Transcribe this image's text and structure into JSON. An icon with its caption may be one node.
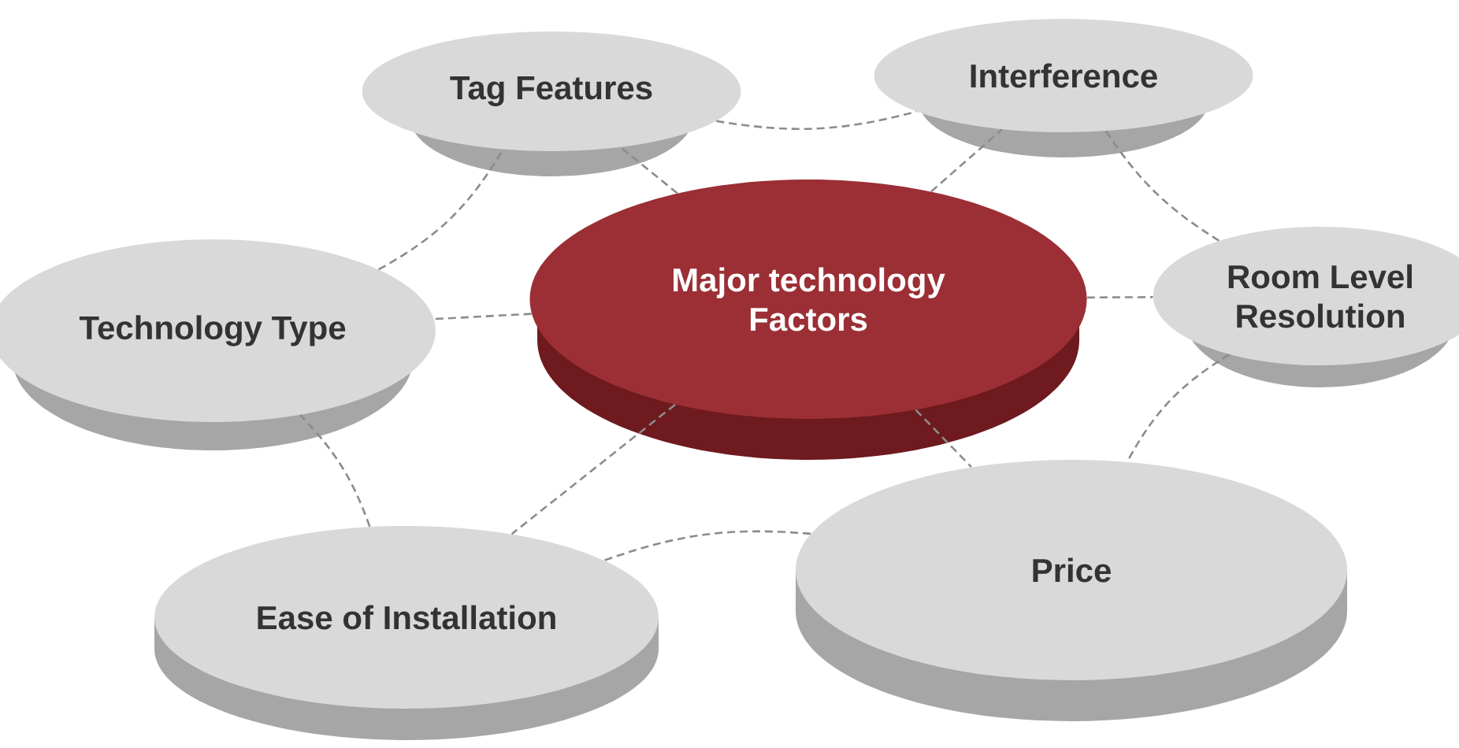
{
  "diagram": {
    "nodes": [
      {
        "text": [
          "Tag Features"
        ]
      },
      {
        "text": [
          "Interference"
        ]
      },
      {
        "text": [
          "Major technology Factors"
        ]
      },
      {
        "text": [
          "Room Level Resolution"
        ]
      },
      {
        "text": [
          "Technology Type"
        ]
      },
      {
        "text": [
          "Ease of Installation"
        ]
      },
      {
        "text": [
          "Price"
        ]
      }
    ],
    "edges": [
      {
        "from": 2,
        "to": 0,
        "arrow": "none",
        "style": "dashed"
      },
      {
        "from": 2,
        "to": 1,
        "arrow": "none",
        "style": "dashed"
      },
      {
        "from": 2,
        "to": 3,
        "arrow": "none",
        "style": "dashed"
      },
      {
        "from": 2,
        "to": 4,
        "arrow": "none",
        "style": "dashed"
      },
      {
        "from": 2,
        "to": 5,
        "arrow": "none",
        "style": "dashed"
      },
      {
        "from": 2,
        "to": 6,
        "arrow": "none",
        "style": "dashed"
      },
      {
        "from": 0,
        "to": 1,
        "arrow": "none",
        "style": "dashed"
      },
      {
        "from": 1,
        "to": 3,
        "arrow": "none",
        "style": "dashed"
      },
      {
        "from": 3,
        "to": 6,
        "arrow": "none",
        "style": "dashed"
      },
      {
        "from": 6,
        "to": 5,
        "arrow": "none",
        "style": "dashed"
      },
      {
        "from": 5,
        "to": 4,
        "arrow": "none",
        "style": "dashed"
      },
      {
        "from": 4,
        "to": 0,
        "arrow": "none",
        "style": "dashed"
      }
    ]
  }
}
